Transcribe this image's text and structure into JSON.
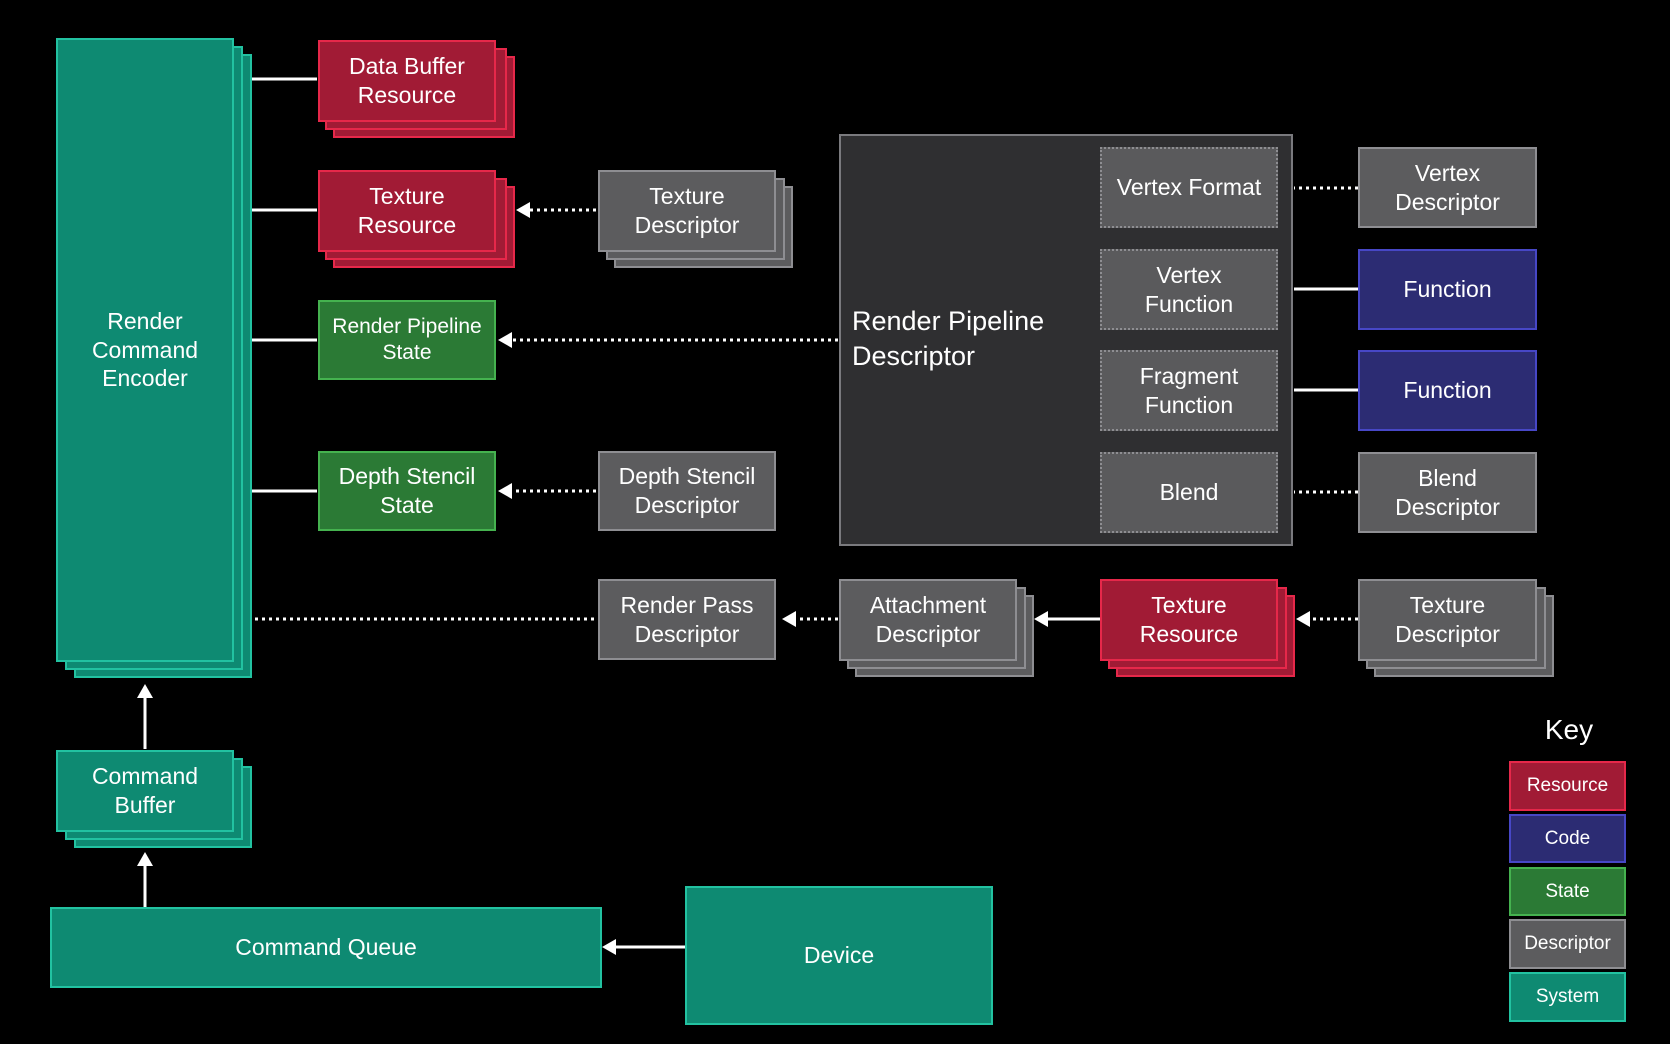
{
  "nodes": {
    "render_command_encoder": "Render\nCommand\nEncoder",
    "data_buffer_resource": "Data Buffer\nResource",
    "texture_resource_top": "Texture\nResource",
    "texture_descriptor_top": "Texture\nDescriptor",
    "render_pipeline_state": "Render Pipeline\nState",
    "depth_stencil_state": "Depth Stencil\nState",
    "depth_stencil_descriptor": "Depth Stencil\nDescriptor",
    "render_pipeline_descriptor": "Render Pipeline\nDescriptor",
    "vertex_format": "Vertex Format",
    "vertex_function": "Vertex\nFunction",
    "fragment_function": "Fragment\nFunction",
    "blend": "Blend",
    "vertex_descriptor": "Vertex\nDescriptor",
    "function_vertex": "Function",
    "function_fragment": "Function",
    "blend_descriptor": "Blend\nDescriptor",
    "render_pass_descriptor": "Render Pass\nDescriptor",
    "attachment_descriptor": "Attachment\nDescriptor",
    "texture_resource_bottom": "Texture\nResource",
    "texture_descriptor_bottom": "Texture\nDescriptor",
    "command_buffer": "Command\nBuffer",
    "command_queue": "Command Queue",
    "device": "Device"
  },
  "key": {
    "title": "Key",
    "items": [
      {
        "label": "Resource",
        "color": "#a11b35"
      },
      {
        "label": "Code",
        "color": "#2c2c73"
      },
      {
        "label": "State",
        "color": "#2b7a35"
      },
      {
        "label": "Descriptor",
        "color": "#5c5c5e"
      },
      {
        "label": "System",
        "color": "#0e8a72"
      }
    ]
  },
  "colors": {
    "background": "#000000",
    "system": "#0e8a72",
    "resource": "#a11b35",
    "state": "#2b7a35",
    "descriptor": "#5c5c5e",
    "code": "#2c2c73",
    "panel": "#2f2f31"
  }
}
